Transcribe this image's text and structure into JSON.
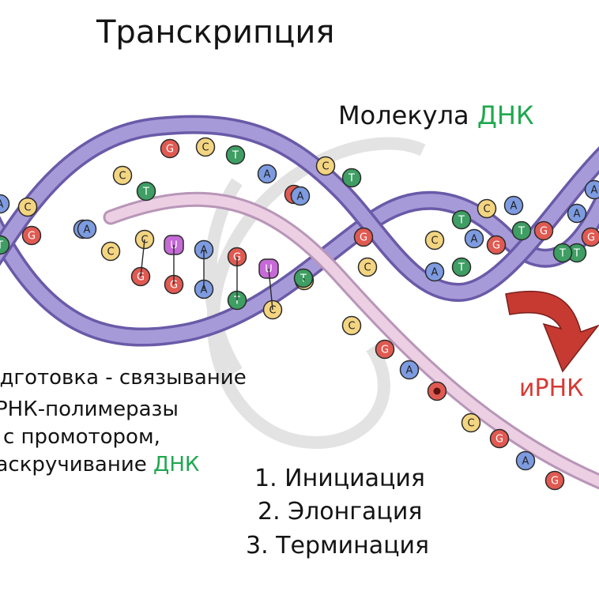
{
  "title": "Транскрипция",
  "dna_label": {
    "prefix": "Молекула ",
    "highlight": "ДНК"
  },
  "mrna_label": "иРНК",
  "preparation": {
    "line1": "Подготовка - связывание",
    "line2": "РНК-полимеразы",
    "line3": "с промотором,",
    "line4_prefix": "раскручивание ",
    "line4_highlight": "ДНК"
  },
  "steps": [
    "1. Инициация",
    "2. Элонгация",
    "3. Терминация"
  ],
  "colors": {
    "dna_strand": "#a79ad8",
    "dna_strand_dark": "#6a5aa8",
    "mrna_strand": "#eccfe3",
    "arrow": "#c63a32",
    "watermark": "#d9d9d9",
    "base_A": "#7d9be0",
    "base_C": "#f3d481",
    "base_G": "#e05a52",
    "base_T": "#3e9e63",
    "base_U": "#c56ad6",
    "base_dot": "#c63a32",
    "highlight_text": "#1fa84f",
    "label_red": "#d63a35"
  },
  "bases": {
    "upper_row": [
      "A",
      "C",
      "T",
      "G",
      "C",
      "T",
      "A",
      "",
      "C",
      "T",
      "A"
    ],
    "middle_row": [
      "A",
      "C",
      "C",
      "U",
      "A",
      "G",
      "U",
      "C",
      "G"
    ],
    "lower_row": [
      "G",
      "G",
      "A",
      "T",
      "C",
      "T",
      "C",
      "A",
      "T"
    ],
    "mrna_tail": [
      "C",
      "G",
      "A",
      "",
      "C",
      "G",
      "A",
      "G"
    ],
    "left_pairs": [
      "A",
      "C",
      "T",
      "G"
    ],
    "right_pairs": [
      "C",
      "T",
      "C",
      "A",
      "G",
      "A",
      "G",
      "T",
      "A",
      "T",
      "A",
      "T",
      "G"
    ]
  }
}
